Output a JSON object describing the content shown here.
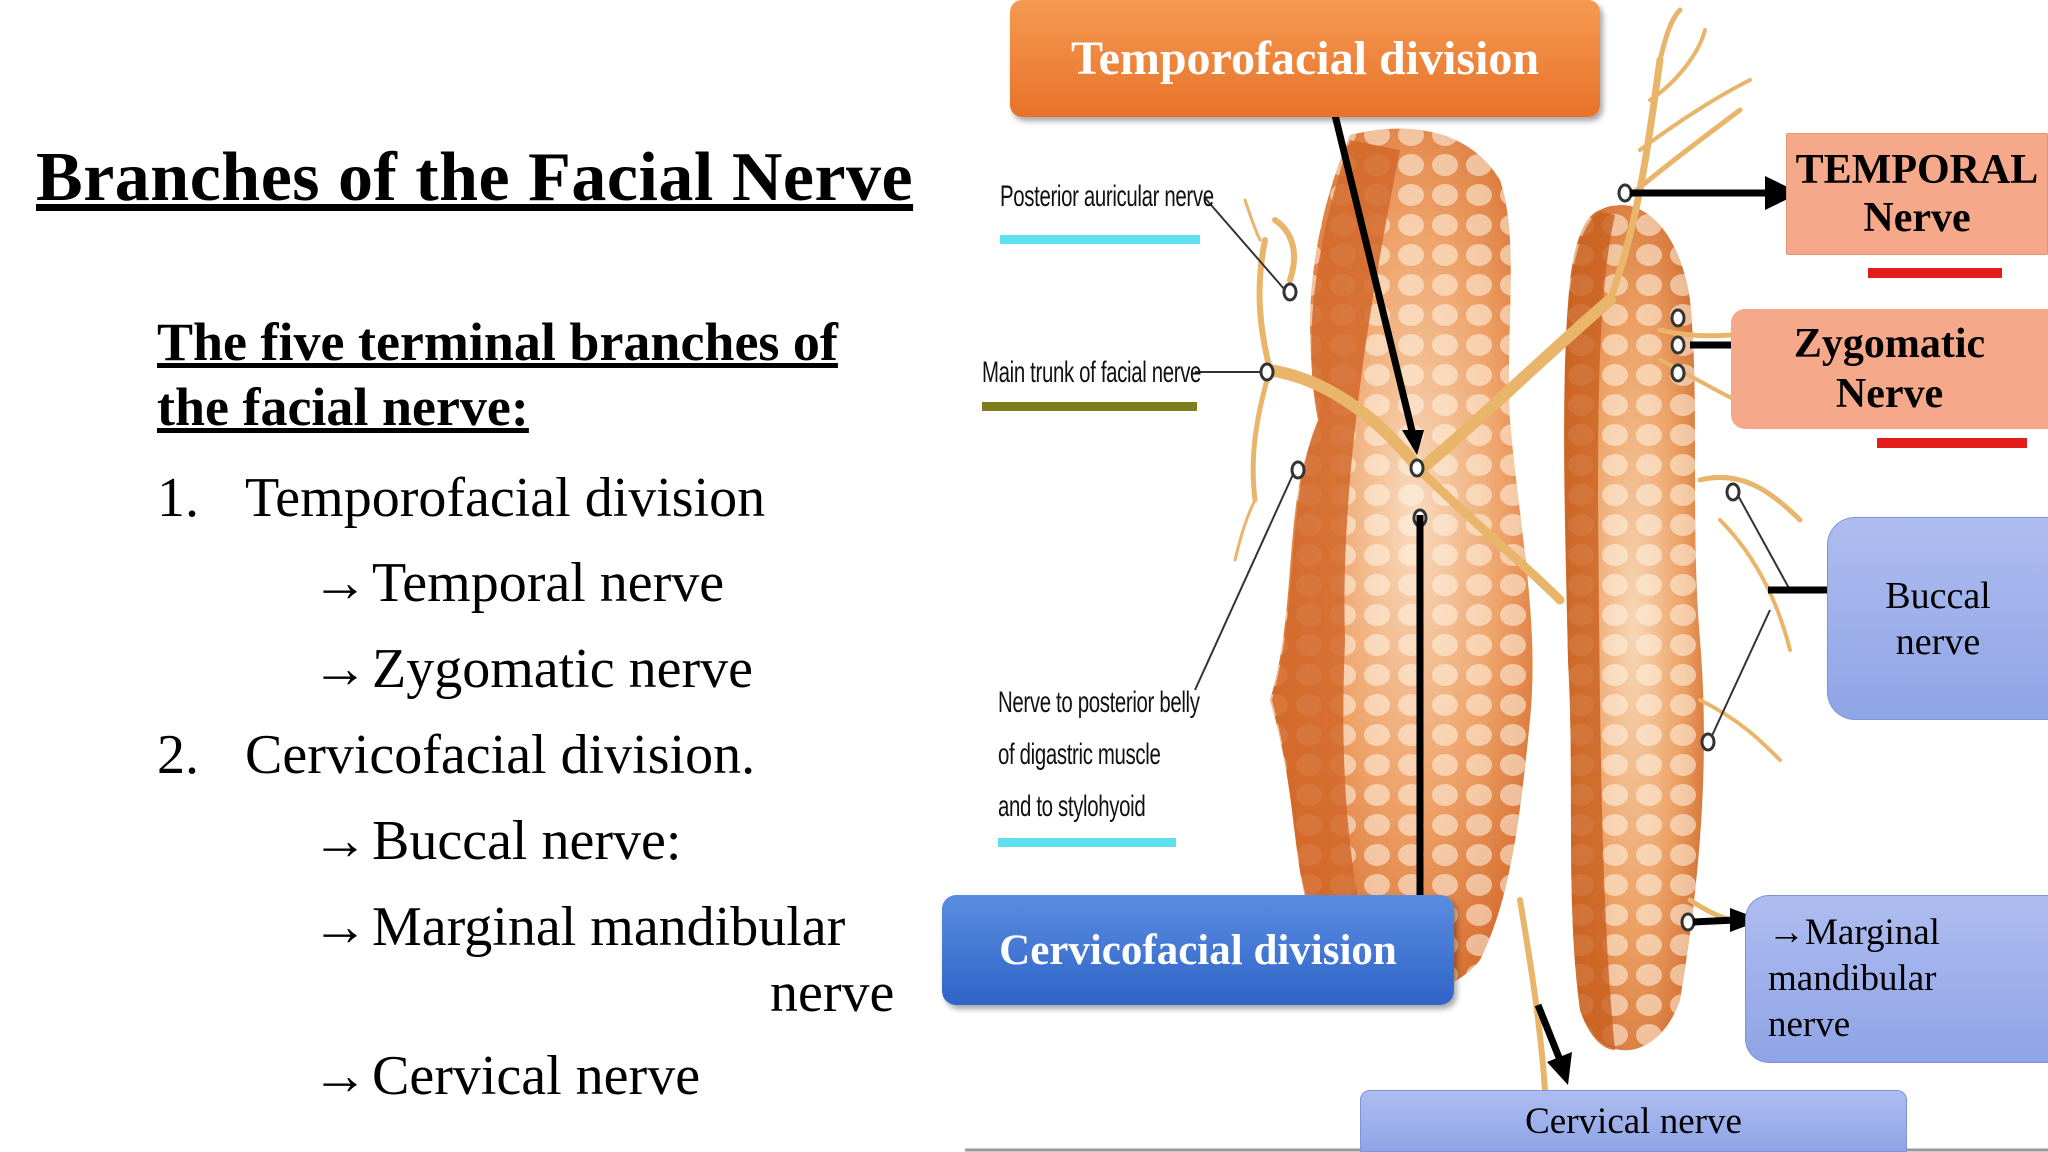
{
  "title": "Branches of the Facial Nerve",
  "subtitle": "The five terminal branches of the facial nerve:",
  "outline": [
    {
      "number": "1.",
      "label": "Temporofacial division"
    },
    {
      "label": "Temporal nerve"
    },
    {
      "label": "Zygomatic nerve"
    },
    {
      "number": "2.",
      "label": "Cervicofacial division."
    },
    {
      "label": "Buccal nerve:"
    },
    {
      "label": "Marginal mandibular",
      "continuation": "nerve"
    },
    {
      "label": "Cervical nerve"
    }
  ],
  "arrow_glyph": "→",
  "diagram": {
    "callouts": {
      "temporofacial": "Temporofacial division",
      "cervicofacial": "Cervicofacial division",
      "temporal": {
        "line1": "TEMPORAL",
        "line2": "Nerve"
      },
      "zygomatic": {
        "line1": "Zygomatic",
        "line2": "Nerve"
      },
      "buccal": {
        "line1": "Buccal",
        "line2": "nerve"
      },
      "marginal": {
        "line1": "→Marginal",
        "line2": "mandibular",
        "line3": "nerve"
      },
      "cervical": "Cervical nerve"
    },
    "labels": {
      "posterior_auricular": "Posterior auricular nerve",
      "main_trunk": "Main trunk of facial nerve",
      "digastric": {
        "line1": "Nerve to posterior belly",
        "line2": "of digastric  muscle",
        "line3": "and to stylohyoid"
      }
    }
  },
  "colors": {
    "orange_box": "#ee7d35",
    "blue_box": "#3b6fd1",
    "salmon_box": "#f6a98a",
    "lavender_box": "#9eb0ec",
    "gland": "#e08a45",
    "nerve": "#e9b56a",
    "cyan_underline": "#5fe0ef",
    "olive_underline": "#7e7f1c",
    "red_underline": "#e31c1c"
  }
}
